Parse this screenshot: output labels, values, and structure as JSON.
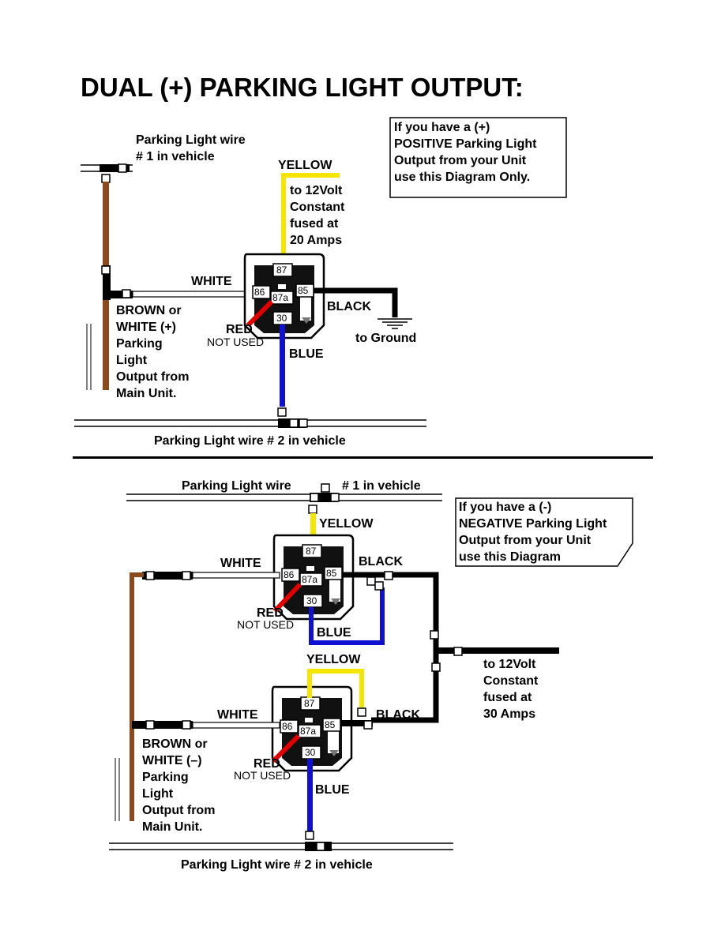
{
  "title": "DUAL (+) PARKING LIGHT OUTPUT:",
  "colors": {
    "yellow": "#f5e600",
    "brown": "#8b4a1c",
    "blue": "#1010d0",
    "red": "#e00000",
    "black": "#000000",
    "white": "#ffffff"
  },
  "pins": {
    "p87": "87",
    "p86": "86",
    "p87a": "87a",
    "p85": "85",
    "p30": "30"
  },
  "top": {
    "wire1_line1": "Parking Light wire",
    "wire1_line2": "# 1 in vehicle",
    "yellow": "YELLOW",
    "supply": [
      "to 12Volt",
      "Constant",
      "fused at",
      "20 Amps"
    ],
    "white": "WHITE",
    "black": "BLACK",
    "ground": "to Ground",
    "red": "RED",
    "not_used": "NOT USED",
    "blue": "BLUE",
    "brown": [
      "BROWN or",
      "WHITE (+)",
      "Parking",
      "Light",
      "Output from",
      "Main Unit."
    ],
    "wire2": "Parking Light wire # 2 in vehicle",
    "note": [
      "If you have a (+)",
      "POSITIVE Parking Light",
      "Output from your Unit",
      "use this Diagram Only."
    ]
  },
  "bottom": {
    "wire1_left": "Parking Light wire",
    "wire1_right": "# 1 in vehicle",
    "note": [
      "If you have a (-)",
      "NEGATIVE Parking Light",
      "Output from your Unit",
      "use this Diagram"
    ],
    "r1_yellow": "YELLOW",
    "r1_white": "WHITE",
    "r1_black": "BLACK",
    "r1_red": "RED",
    "r1_not_used": "NOT USED",
    "r1_blue": "BLUE",
    "r2_yellow": "YELLOW",
    "r2_white": "WHITE",
    "r2_black": "BLACK",
    "r2_red": "RED",
    "r2_not_used": "NOT USED",
    "r2_blue": "BLUE",
    "supply": [
      "to 12Volt",
      "Constant",
      "fused at",
      "30 Amps"
    ],
    "brown": [
      "BROWN or",
      "WHITE (–)",
      "Parking",
      "Light",
      "Output from",
      "Main Unit."
    ],
    "wire2": "Parking Light wire # 2 in vehicle"
  }
}
